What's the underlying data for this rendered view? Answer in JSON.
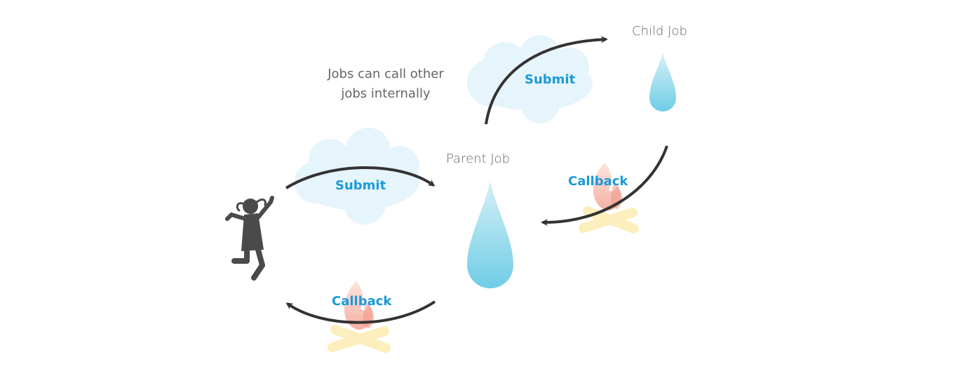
{
  "labels": {
    "child_job": "Child Job",
    "parent_job": "Parent Job",
    "note_line1": "Jobs can call other",
    "note_line2": "jobs internally",
    "submit_top": "Submit",
    "submit_left": "Submit",
    "callback_right": "Callback",
    "callback_bottom": "Callback"
  },
  "colors": {
    "arrow": "#333333",
    "action_text": "#1a9ad9",
    "cloud": "#e3f3fb",
    "drop_top": "#c9eaf5",
    "drop_bottom": "#73cfe6",
    "flame": "#f6b9ae",
    "logs": "#fcefb8",
    "person": "#4a4a4a"
  },
  "icons": {
    "person": "person-jumping-icon",
    "drop": "water-drop-icon",
    "cloud": "cloud-icon",
    "fire": "campfire-icon"
  }
}
